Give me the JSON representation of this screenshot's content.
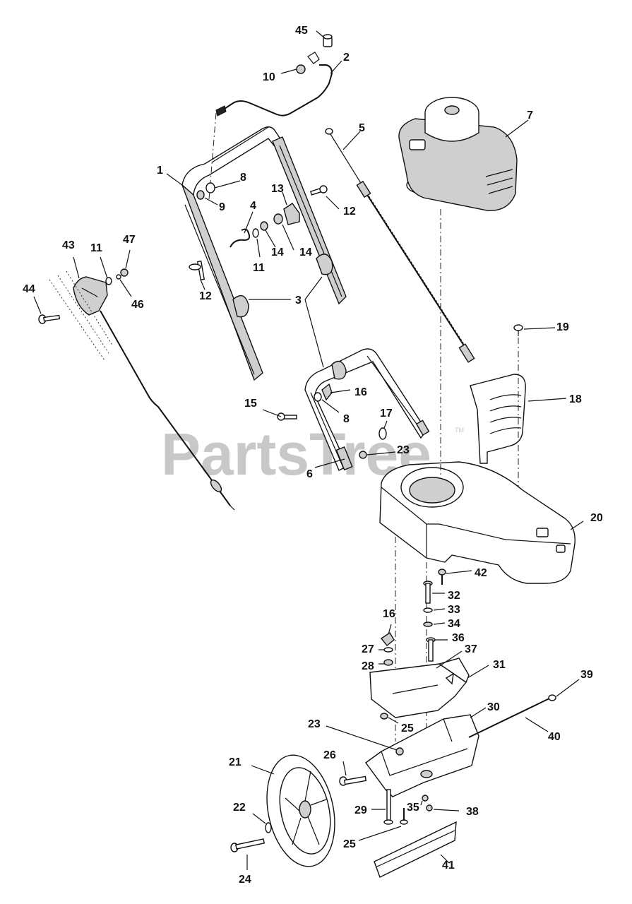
{
  "watermark": {
    "text": "PartsTree",
    "tm": "TM"
  },
  "labels": {
    "l1": "1",
    "l2": "2",
    "l3": "3",
    "l4": "4",
    "l5": "5",
    "l6": "6",
    "l7": "7",
    "l8a": "8",
    "l8b": "8",
    "l9": "9",
    "l10": "10",
    "l11a": "11",
    "l11b": "11",
    "l12a": "12",
    "l12b": "12",
    "l13": "13",
    "l14a": "14",
    "l14b": "14",
    "l15": "15",
    "l16a": "16",
    "l16b": "16",
    "l17": "17",
    "l18": "18",
    "l19": "19",
    "l20": "20",
    "l21": "21",
    "l22": "22",
    "l23a": "23",
    "l23b": "23",
    "l24": "24",
    "l25a": "25",
    "l25b": "25",
    "l26": "26",
    "l27": "27",
    "l28": "28",
    "l29": "29",
    "l30": "30",
    "l31": "31",
    "l32": "32",
    "l33": "33",
    "l34": "34",
    "l35": "35",
    "l36": "36",
    "l37": "37",
    "l38": "38",
    "l39": "39",
    "l40": "40",
    "l41": "41",
    "l42": "42",
    "l43": "43",
    "l44": "44",
    "l45": "45",
    "l46": "46",
    "l47": "47"
  }
}
